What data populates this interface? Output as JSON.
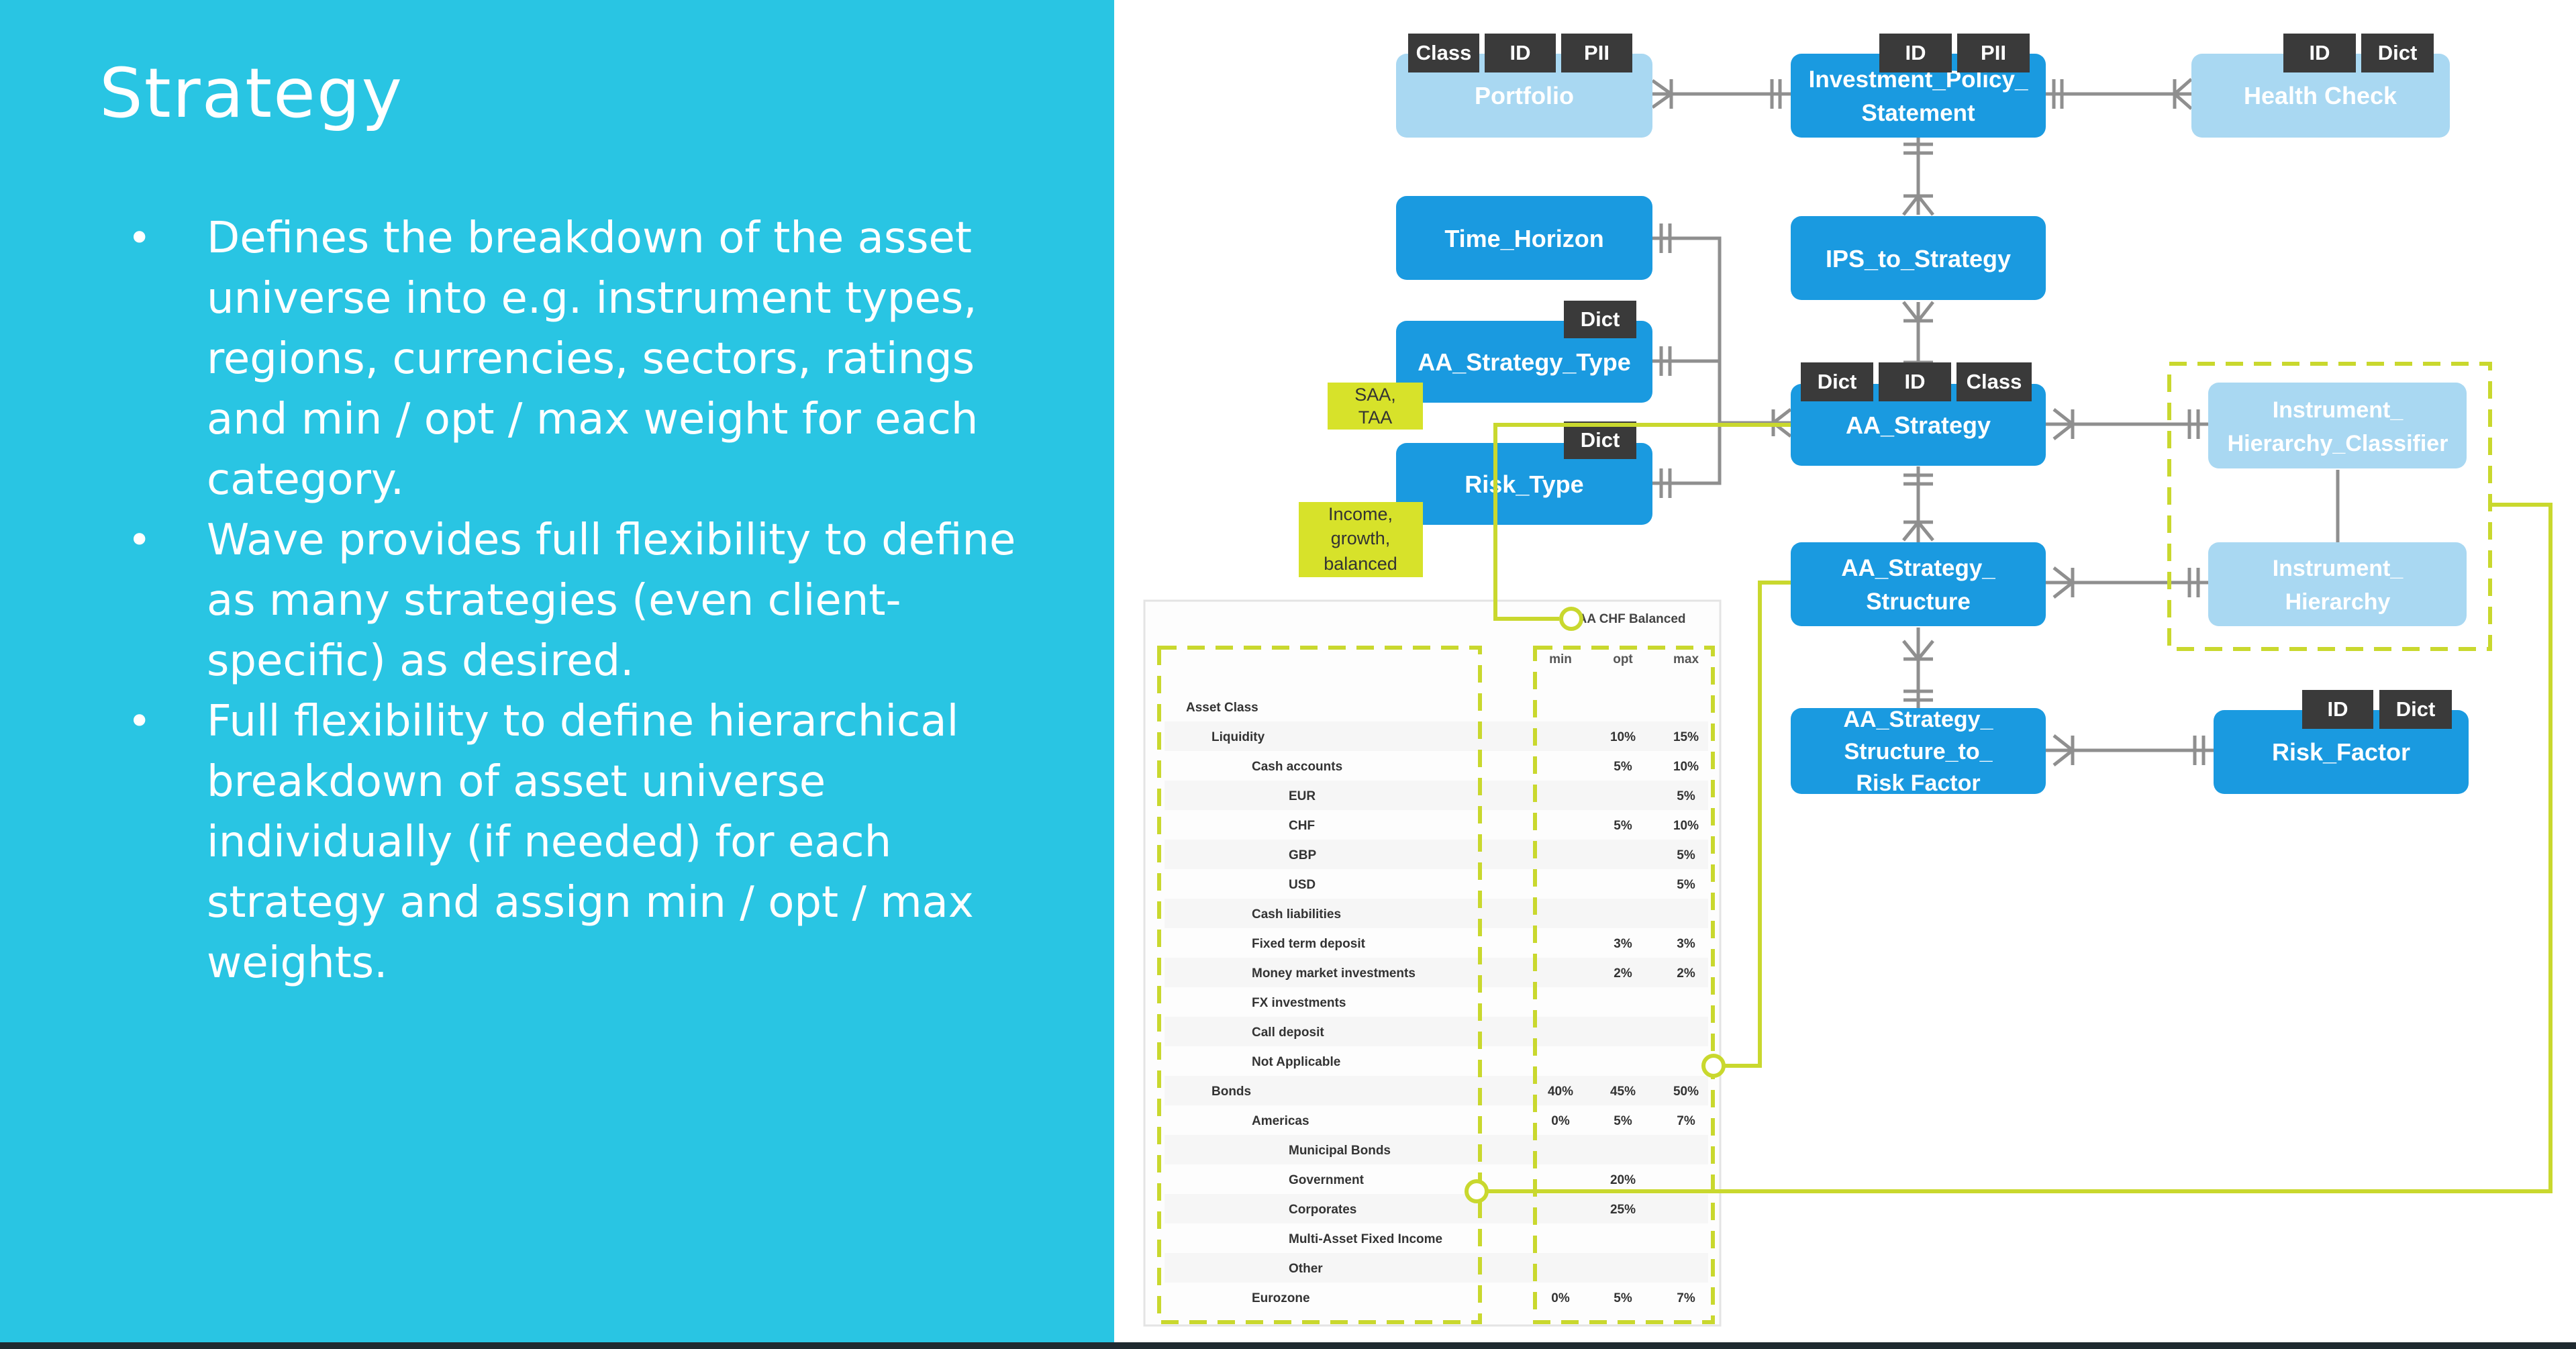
{
  "slide": {
    "title": "Strategy",
    "bullets": [
      "Defines the breakdown of the asset universe into e.g. instrument types, regions, currencies, sectors, ratings and min / opt / max weight for each category.",
      "Wave provides full flexibility to define as many strategies (even client-specific) as desired.",
      "Full flexibility to define hierarchical breakdown of asset universe individually (if needed) for each strategy and assign min / opt / max weights."
    ]
  },
  "diagram": {
    "entities": {
      "portfolio": "Portfolio",
      "ips_line1": "Investment_Policy_",
      "ips_line2": "Statement",
      "health_check": "Health Check",
      "time_horizon": "Time_Horizon",
      "ips_to_strategy": "IPS_to_Strategy",
      "aa_strategy_type": "AA_Strategy_Type",
      "aa_strategy": "AA_Strategy",
      "ihc_line1": "Instrument_",
      "ihc_line2": "Hierarchy_Classifier",
      "risk_type": "Risk_Type",
      "ass_line1": "AA_Strategy_",
      "ass_line2": "Structure",
      "ih_line1": "Instrument_",
      "ih_line2": "Hierarchy",
      "asr_line1": "AA_Strategy_",
      "asr_line2": "Structure_to_",
      "asr_line3": "Risk Factor",
      "risk_factor": "Risk_Factor"
    },
    "tags": {
      "class": "Class",
      "id": "ID",
      "pii": "PII",
      "dict": "Dict"
    },
    "notes": {
      "saa_line1": "SAA,",
      "saa_line2": "TAA",
      "income_line1": "Income,",
      "income_line2": "growth,",
      "income_line3": "balanced"
    },
    "colors": {
      "entity": "#1a9ae0",
      "entity_light": "#a9d8f2",
      "tag": "#3a3a3a",
      "note": "#d7e22a",
      "connector": "#c9d82e",
      "line": "#8f8f8f"
    },
    "table": {
      "title": "SAA CHF Balanced",
      "columns": [
        "min",
        "opt",
        "max"
      ],
      "rows": [
        {
          "label": "Asset Class",
          "min": "",
          "opt": "",
          "max": ""
        },
        {
          "label": "Liquidity",
          "min": "",
          "opt": "10%",
          "max": "15%"
        },
        {
          "label": "Cash accounts",
          "min": "",
          "opt": "5%",
          "max": "10%"
        },
        {
          "label": "EUR",
          "min": "",
          "opt": "",
          "max": "5%"
        },
        {
          "label": "CHF",
          "min": "",
          "opt": "5%",
          "max": "10%"
        },
        {
          "label": "GBP",
          "min": "",
          "opt": "",
          "max": "5%"
        },
        {
          "label": "USD",
          "min": "",
          "opt": "",
          "max": "5%"
        },
        {
          "label": "Cash liabilities",
          "min": "",
          "opt": "",
          "max": ""
        },
        {
          "label": "Fixed term deposit",
          "min": "",
          "opt": "3%",
          "max": "3%"
        },
        {
          "label": "Money market investments",
          "min": "",
          "opt": "2%",
          "max": "2%"
        },
        {
          "label": "FX investments",
          "min": "",
          "opt": "",
          "max": ""
        },
        {
          "label": "Call deposit",
          "min": "",
          "opt": "",
          "max": ""
        },
        {
          "label": "Not Applicable",
          "min": "",
          "opt": "",
          "max": ""
        },
        {
          "label": "Bonds",
          "min": "40%",
          "opt": "45%",
          "max": "50%"
        },
        {
          "label": "Americas",
          "min": "0%",
          "opt": "5%",
          "max": "7%"
        },
        {
          "label": "Municipal Bonds",
          "min": "",
          "opt": "",
          "max": ""
        },
        {
          "label": "Government",
          "min": "",
          "opt": "20%",
          "max": ""
        },
        {
          "label": "Corporates",
          "min": "",
          "opt": "25%",
          "max": ""
        },
        {
          "label": "Multi-Asset Fixed Income",
          "min": "",
          "opt": "",
          "max": ""
        },
        {
          "label": "Other",
          "min": "",
          "opt": "",
          "max": ""
        },
        {
          "label": "Eurozone",
          "min": "0%",
          "opt": "5%",
          "max": "7%"
        }
      ]
    }
  }
}
